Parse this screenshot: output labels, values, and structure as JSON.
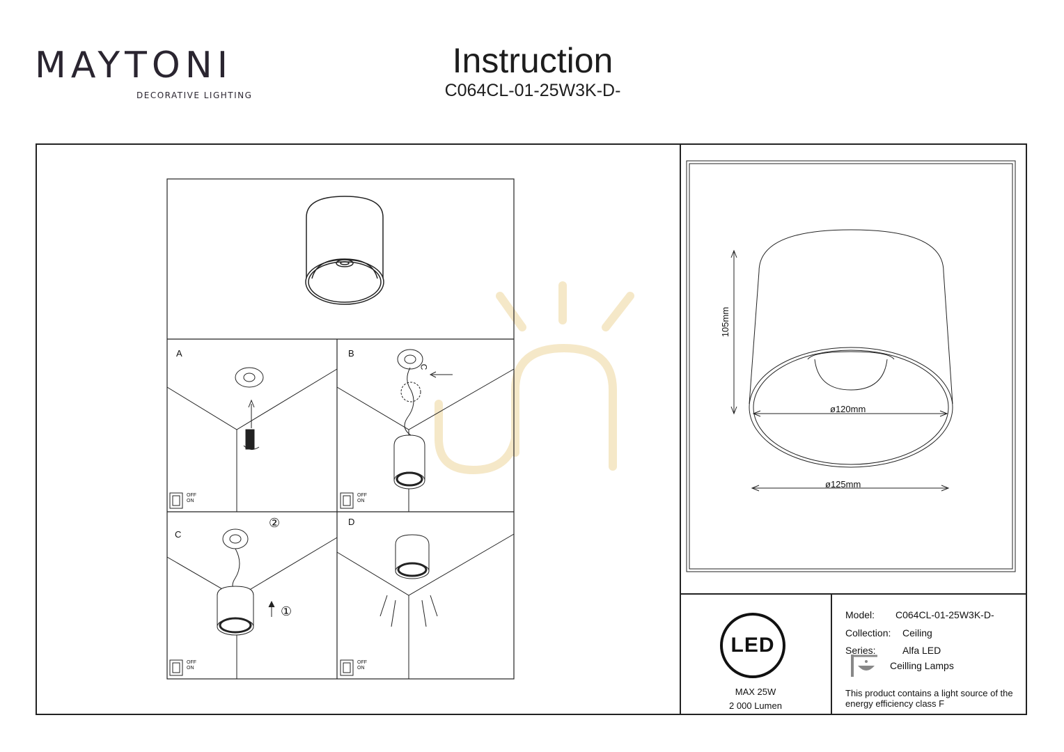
{
  "brand": {
    "name": "MAYTONI",
    "tagline": "DECORATIVE LIGHTING"
  },
  "header": {
    "title": "Instruction",
    "model_code": "C064CL-01-25W3K-D-"
  },
  "steps": [
    {
      "letter": "A"
    },
    {
      "letter": "B",
      "callout": "C"
    },
    {
      "letter": "C",
      "marks": [
        "②",
        "①"
      ]
    },
    {
      "letter": "D"
    }
  ],
  "switch": {
    "off": "OFF",
    "on": "ON"
  },
  "dimensions": {
    "height": "105mm",
    "inner_diameter": "ø120mm",
    "outer_diameter": "ø125mm"
  },
  "led_badge": {
    "label": "LED",
    "power": "MAX 25W",
    "lumen": "2 000 Lumen"
  },
  "specs": {
    "model_label": "Model:",
    "model_value": "C064CL-01-25W3K-D-",
    "collection_label": "Collection:",
    "collection_value": "Ceiling",
    "series_label": "Series:",
    "series_value": "Alfa LED",
    "type_value": "Ceilling Lamps",
    "energy_note_1": "This product contains a light source of the",
    "energy_note_2": "energy efficiency class F"
  },
  "colors": {
    "line": "#222222",
    "watermark": "#f5e8c8",
    "logo_dot": "#8a2a6a"
  }
}
